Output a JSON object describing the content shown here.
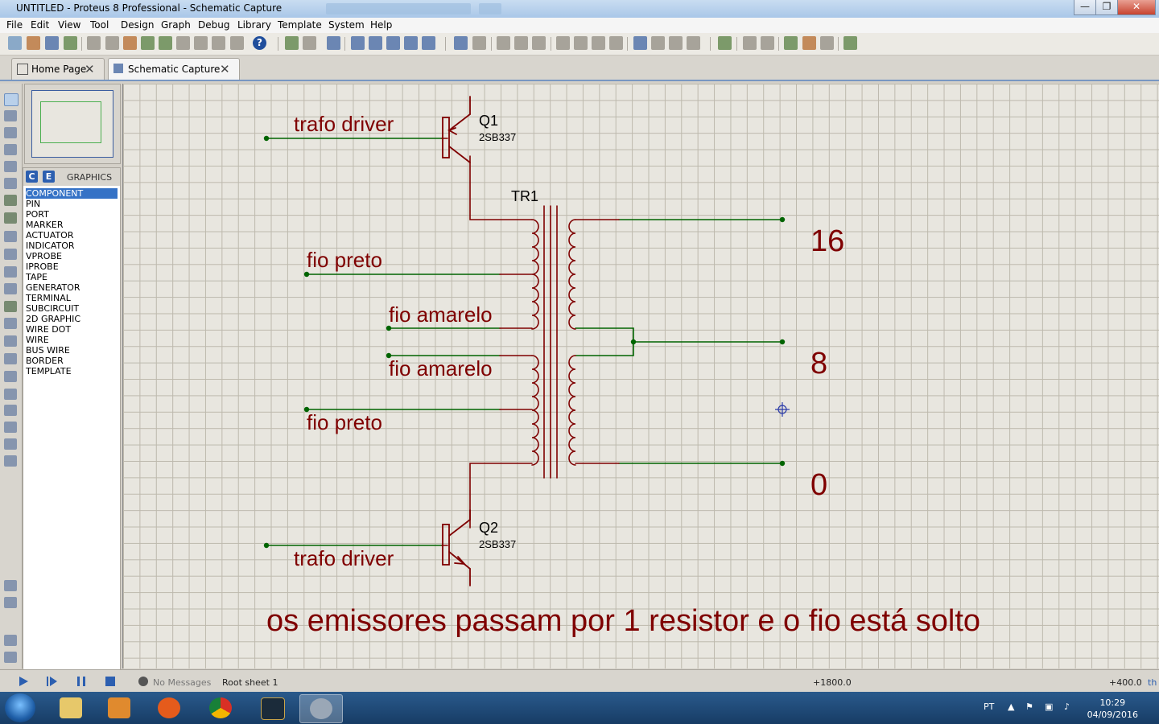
{
  "window": {
    "title": "UNTITLED - Proteus 8 Professional - Schematic Capture",
    "controls": [
      "—",
      "❐",
      "✕"
    ]
  },
  "menu": [
    "File",
    "Edit",
    "View",
    "Tool",
    "Design",
    "Graph",
    "Debug",
    "Library",
    "Template",
    "System",
    "Help"
  ],
  "tabs": [
    {
      "label": "Home Page",
      "close": "✕"
    },
    {
      "label": "Schematic Capture",
      "close": "✕"
    }
  ],
  "selector": {
    "mode_c": "C",
    "mode_e": "E",
    "title": "GRAPHICS",
    "items": [
      "COMPONENT",
      "PIN",
      "PORT",
      "MARKER",
      "ACTUATOR",
      "INDICATOR",
      "VPROBE",
      "IPROBE",
      "TAPE",
      "GENERATOR",
      "TERMINAL",
      "SUBCIRCUIT",
      "2D GRAPHIC",
      "WIRE DOT",
      "WIRE",
      "BUS WIRE",
      "BORDER",
      "TEMPLATE"
    ],
    "selected": "COMPONENT"
  },
  "rotation": "0°",
  "schematic": {
    "q1_ref": "Q1",
    "q1_value": "2SB337",
    "q2_ref": "Q2",
    "q2_value": "2SB337",
    "tr_ref": "TR1",
    "label_trafo_top": "trafo driver",
    "label_trafo_bottom": "trafo driver",
    "label_fio_preto_top": "fio preto",
    "label_fio_amarelo_top": "fio amarelo",
    "label_fio_amarelo_bottom": "fio amarelo",
    "label_fio_preto_bottom": "fio preto",
    "tap_16": "16",
    "tap_8": "8",
    "tap_0": "0",
    "note": "os emissores passam por 1 resistor e o fio está solto"
  },
  "status": {
    "messages": "No Messages",
    "sheet": "Root sheet 1",
    "coord_x": "+1800.0",
    "coord_y": "+400.0",
    "unit": "th"
  },
  "taskbar": {
    "lang": "PT",
    "time": "10:29",
    "date": "04/09/2016"
  }
}
